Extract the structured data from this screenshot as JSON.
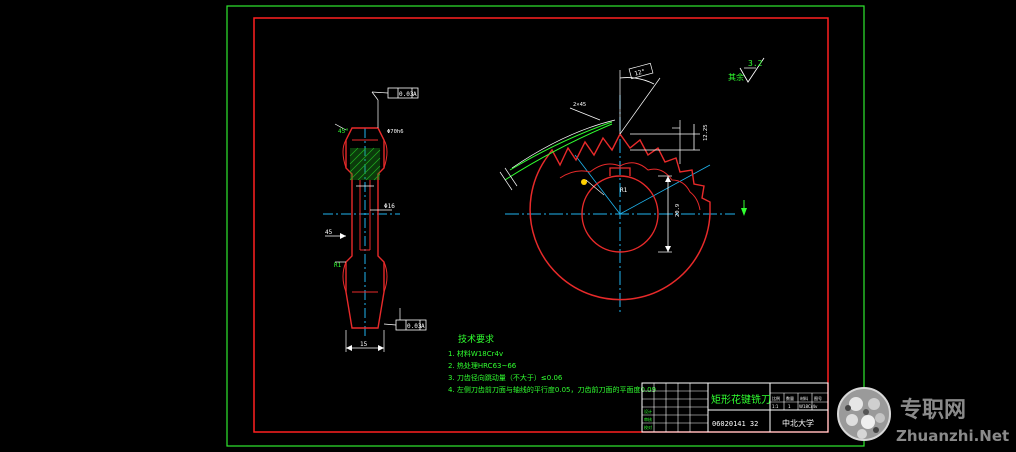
{
  "drawing": {
    "title": "矩形花键铣刀",
    "drawing_number": "06020141 32",
    "school": "中北大学",
    "tech_requirements": {
      "heading": "技术要求",
      "items": [
        "1. 材料W18Cr4v",
        "2. 热处理HRC63~66",
        "3. 刀齿径向跳动量（不大于）≤0.06",
        "4. 左侧刀齿前刀面与轴线的平行度0.05，刀齿前刀面的平面度0.09"
      ]
    },
    "annotations": {
      "chamfer": "45°",
      "roughness_note": "其余",
      "roughness_value": "3.2",
      "bore_dim": "Φ16",
      "width_dim": "45",
      "height_dim": "15",
      "runout_tol": "0.03",
      "parallel_tol": "0.03",
      "datum": "A",
      "outer_dia": "Φ70h6",
      "angle_dim": "12°",
      "radius_dim": "R1",
      "keyway_dim": "20.9",
      "tooth_dim": "12.25",
      "edge_note": "2×45",
      "left_view_label": "R1"
    },
    "title_block_small": [
      "比例",
      "数量",
      "材料",
      "图号",
      "1:1",
      "1",
      "W18Cr4v",
      "设计",
      "审核",
      "校对"
    ]
  },
  "watermark": {
    "cn": "专职网",
    "en": "Zhuanzhi.Net"
  },
  "colors": {
    "background": "#000000",
    "frame": "#2ee82e",
    "inner_frame": "#ff2020",
    "part": "#e82a2a",
    "centerline": "#1fb5f0",
    "dimension": "#ffffff",
    "text_green": "#30ff30",
    "hatch": "#1faa1f"
  }
}
